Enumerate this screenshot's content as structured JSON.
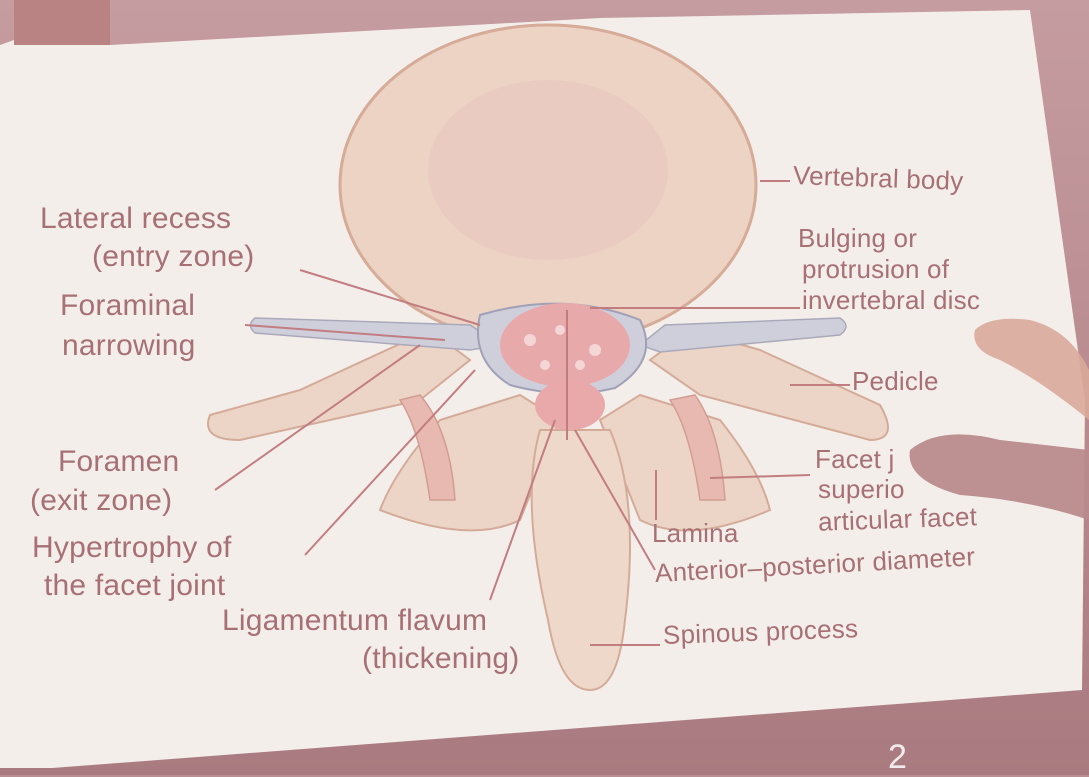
{
  "colors": {
    "wall": "#b98f93",
    "screen": "#f3ece9",
    "bone": "#ead2c6",
    "bone_outline": "#cfa392",
    "label_text": "#a77074",
    "disc": "#e6a6a9",
    "nerve": "#c9c9d6"
  },
  "labels": {
    "vertebral_body": "Vertebral body",
    "lateral_recess_1": "Lateral recess",
    "lateral_recess_2": "(entry zone)",
    "bulging_1": "Bulging or",
    "bulging_2": "protrusion of",
    "bulging_3": "invertebral disc",
    "foraminal_1": "Foraminal",
    "foraminal_2": "narrowing",
    "pedicle": "Pedicle",
    "foramen_1": "Foramen",
    "foramen_2": "(exit zone)",
    "facet_1": "Facet j",
    "facet_2": "superio",
    "facet_3": "articular facet",
    "hypertrophy_1": "Hypertrophy of",
    "hypertrophy_2": "the facet joint",
    "lamina": "Lamina",
    "ap_diameter": "Anterior–posterior diameter",
    "ligamentum_1": "Ligamentum flavum",
    "ligamentum_2": "(thickening)",
    "spinous": "Spinous process"
  },
  "slide_number": "2"
}
